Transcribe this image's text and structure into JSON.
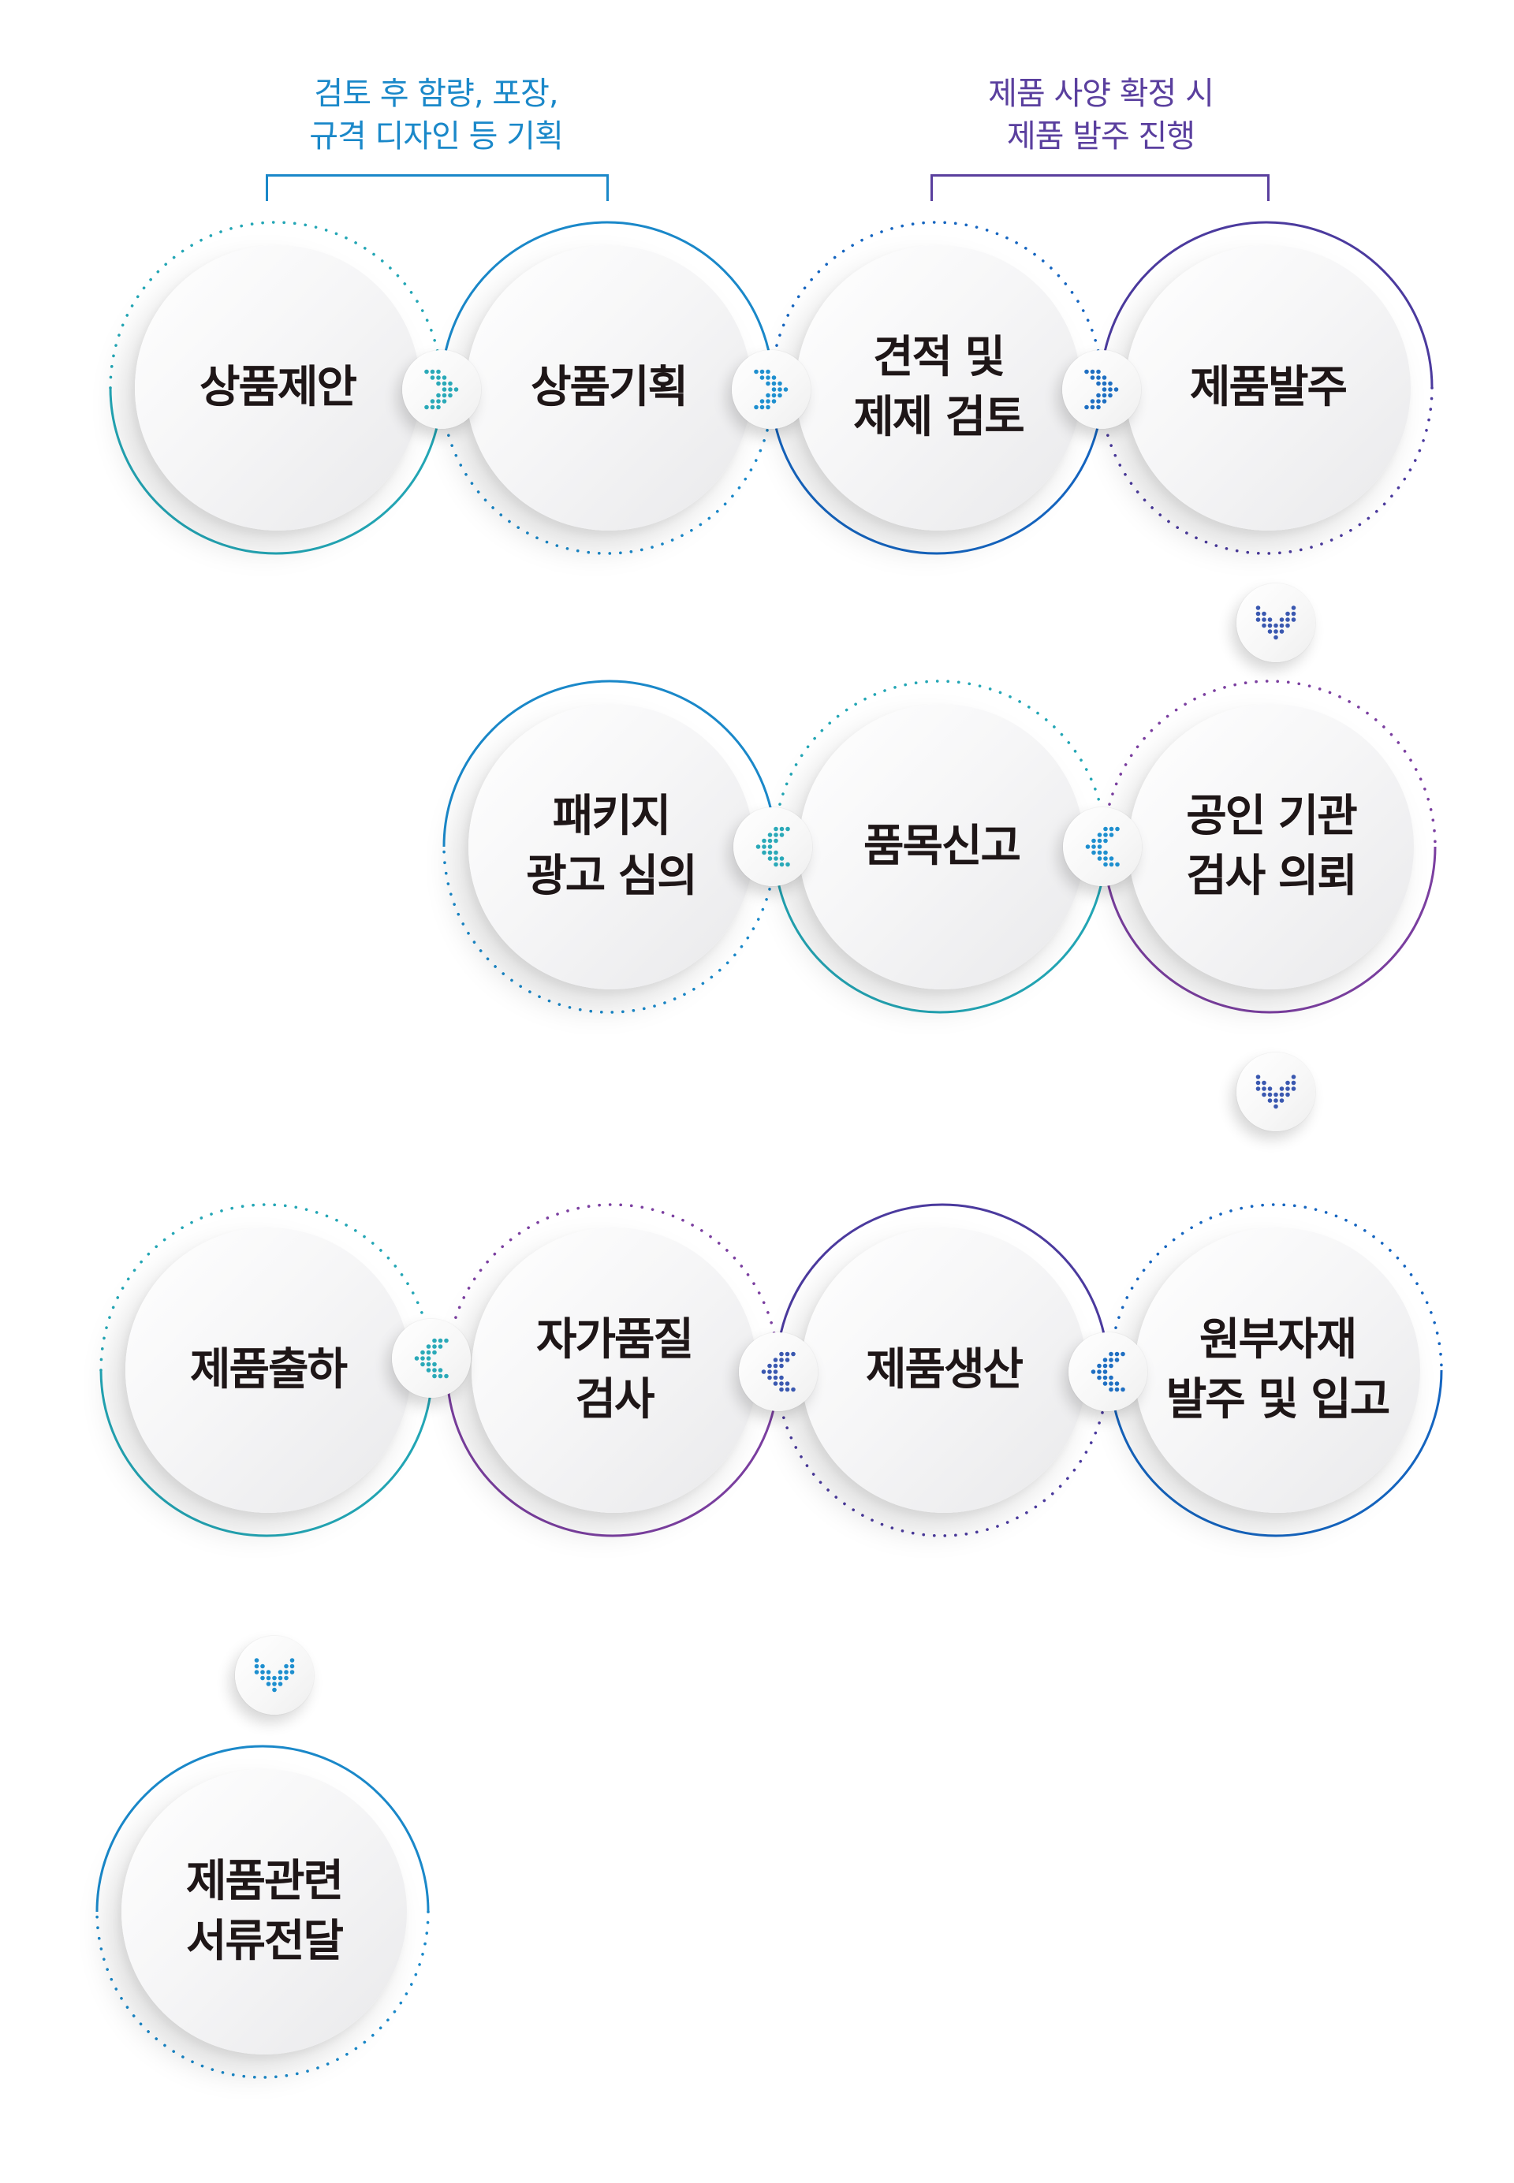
{
  "annotations": [
    {
      "lines": [
        "검토 후 함량, 포장,",
        "규격 디자인 등 기획"
      ],
      "color": "#1a88c9"
    },
    {
      "lines": [
        "제품 사양 확정 시",
        "제품 발주 진행"
      ],
      "color": "#5a3f9e"
    }
  ],
  "steps": [
    {
      "order": 1,
      "lines": [
        "상품제안"
      ],
      "ring_color": "#23a6b5",
      "solid": "bottom"
    },
    {
      "order": 2,
      "lines": [
        "상품기획"
      ],
      "ring_color": "#1a88c9",
      "solid": "top"
    },
    {
      "order": 3,
      "lines": [
        "견적 및",
        "제제 검토"
      ],
      "ring_color": "#1565c0",
      "solid": "bottom"
    },
    {
      "order": 4,
      "lines": [
        "제품발주"
      ],
      "ring_color": "#4b3a9e",
      "solid": "top"
    },
    {
      "order": 5,
      "lines": [
        "공인 기관",
        "검사 의뢰"
      ],
      "ring_color": "#7b3fa0",
      "solid": "bottom"
    },
    {
      "order": 6,
      "lines": [
        "품목신고"
      ],
      "ring_color": "#23a6b5",
      "solid": "bottom"
    },
    {
      "order": 7,
      "lines": [
        "패키지",
        "광고 심의"
      ],
      "ring_color": "#1a88c9",
      "solid": "top"
    },
    {
      "order": 8,
      "lines": [
        "원부자재",
        "발주 및 입고"
      ],
      "ring_color": "#1565c0",
      "solid": "bottom"
    },
    {
      "order": 9,
      "lines": [
        "제품생산"
      ],
      "ring_color": "#4b3a9e",
      "solid": "top"
    },
    {
      "order": 10,
      "lines": [
        "자가품질",
        "검사"
      ],
      "ring_color": "#7b3fa0",
      "solid": "bottom"
    },
    {
      "order": 11,
      "lines": [
        "제품출하"
      ],
      "ring_color": "#23a6b5",
      "solid": "bottom"
    },
    {
      "order": 12,
      "lines": [
        "제품관련",
        "서류전달"
      ],
      "ring_color": "#1a88c9",
      "solid": "top"
    }
  ],
  "connectors": [
    {
      "direction": "right",
      "icon": "chevron-right-dots-icon",
      "color": "#2aa9b8"
    },
    {
      "direction": "right",
      "icon": "chevron-right-dots-icon",
      "color": "#1e8fcf"
    },
    {
      "direction": "right",
      "icon": "chevron-right-dots-icon",
      "color": "#1f6fc2"
    },
    {
      "direction": "down",
      "icon": "chevron-down-dots-icon",
      "color": "#3a58b0"
    },
    {
      "direction": "left",
      "icon": "chevron-left-dots-icon",
      "color": "#1e8fcf"
    },
    {
      "direction": "left",
      "icon": "chevron-left-dots-icon",
      "color": "#2aa9b8"
    },
    {
      "direction": "down",
      "icon": "chevron-down-dots-icon",
      "color": "#3a58b0"
    },
    {
      "direction": "left",
      "icon": "chevron-left-dots-icon",
      "color": "#1f6fc2"
    },
    {
      "direction": "left",
      "icon": "chevron-left-dots-icon",
      "color": "#3a58b0"
    },
    {
      "direction": "left",
      "icon": "chevron-left-dots-icon",
      "color": "#2aa9b8"
    },
    {
      "direction": "down",
      "icon": "chevron-down-dots-icon",
      "color": "#1e8fcf"
    }
  ]
}
